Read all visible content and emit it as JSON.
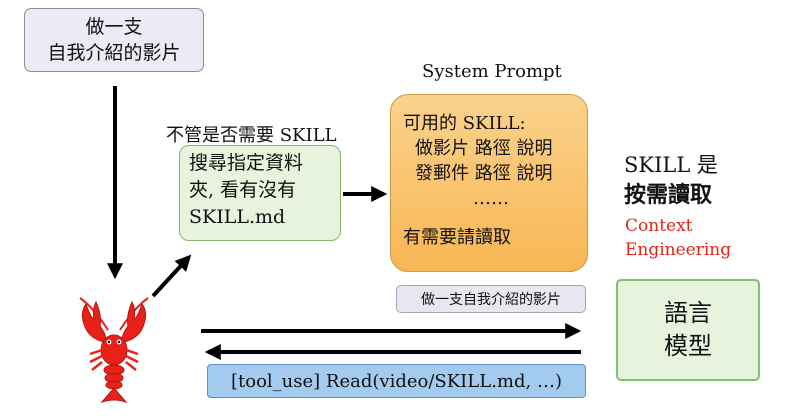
{
  "request": {
    "line1": "做一支",
    "line2": "自我介紹的影片"
  },
  "search_box": {
    "line1": "搜尋指定資料",
    "line2": "夾, 看有沒有",
    "line3": "SKILL.md"
  },
  "always_label": "不管是否需要 SKILL",
  "system_prompt": {
    "title": "System Prompt",
    "line1": "可用的 SKILL:",
    "line2": "做影片 路徑 說明",
    "line3": "發郵件 路徑 說明",
    "line4": "……",
    "line5": "有需要請讀取"
  },
  "user_message": "做一支自我介紹的影片",
  "model": {
    "line1": "語言",
    "line2": "模型"
  },
  "tool_use": "[tool_use] Read(video/SKILL.md, …)",
  "skill_note": {
    "line1": "SKILL 是",
    "line2": "按需讀取"
  },
  "context_note": {
    "line1": "Context",
    "line2": "Engineering"
  },
  "icons": {
    "agent": "lobster-icon"
  },
  "colors": {
    "request_fill": "#eceaf4",
    "search_fill": "#e7f3dc",
    "system_prompt_fill": "#f8b653",
    "model_border": "#7cc36d",
    "tool_use_fill": "#a3cbef",
    "context_text": "#e0261a",
    "lobster": "#e8221b"
  }
}
